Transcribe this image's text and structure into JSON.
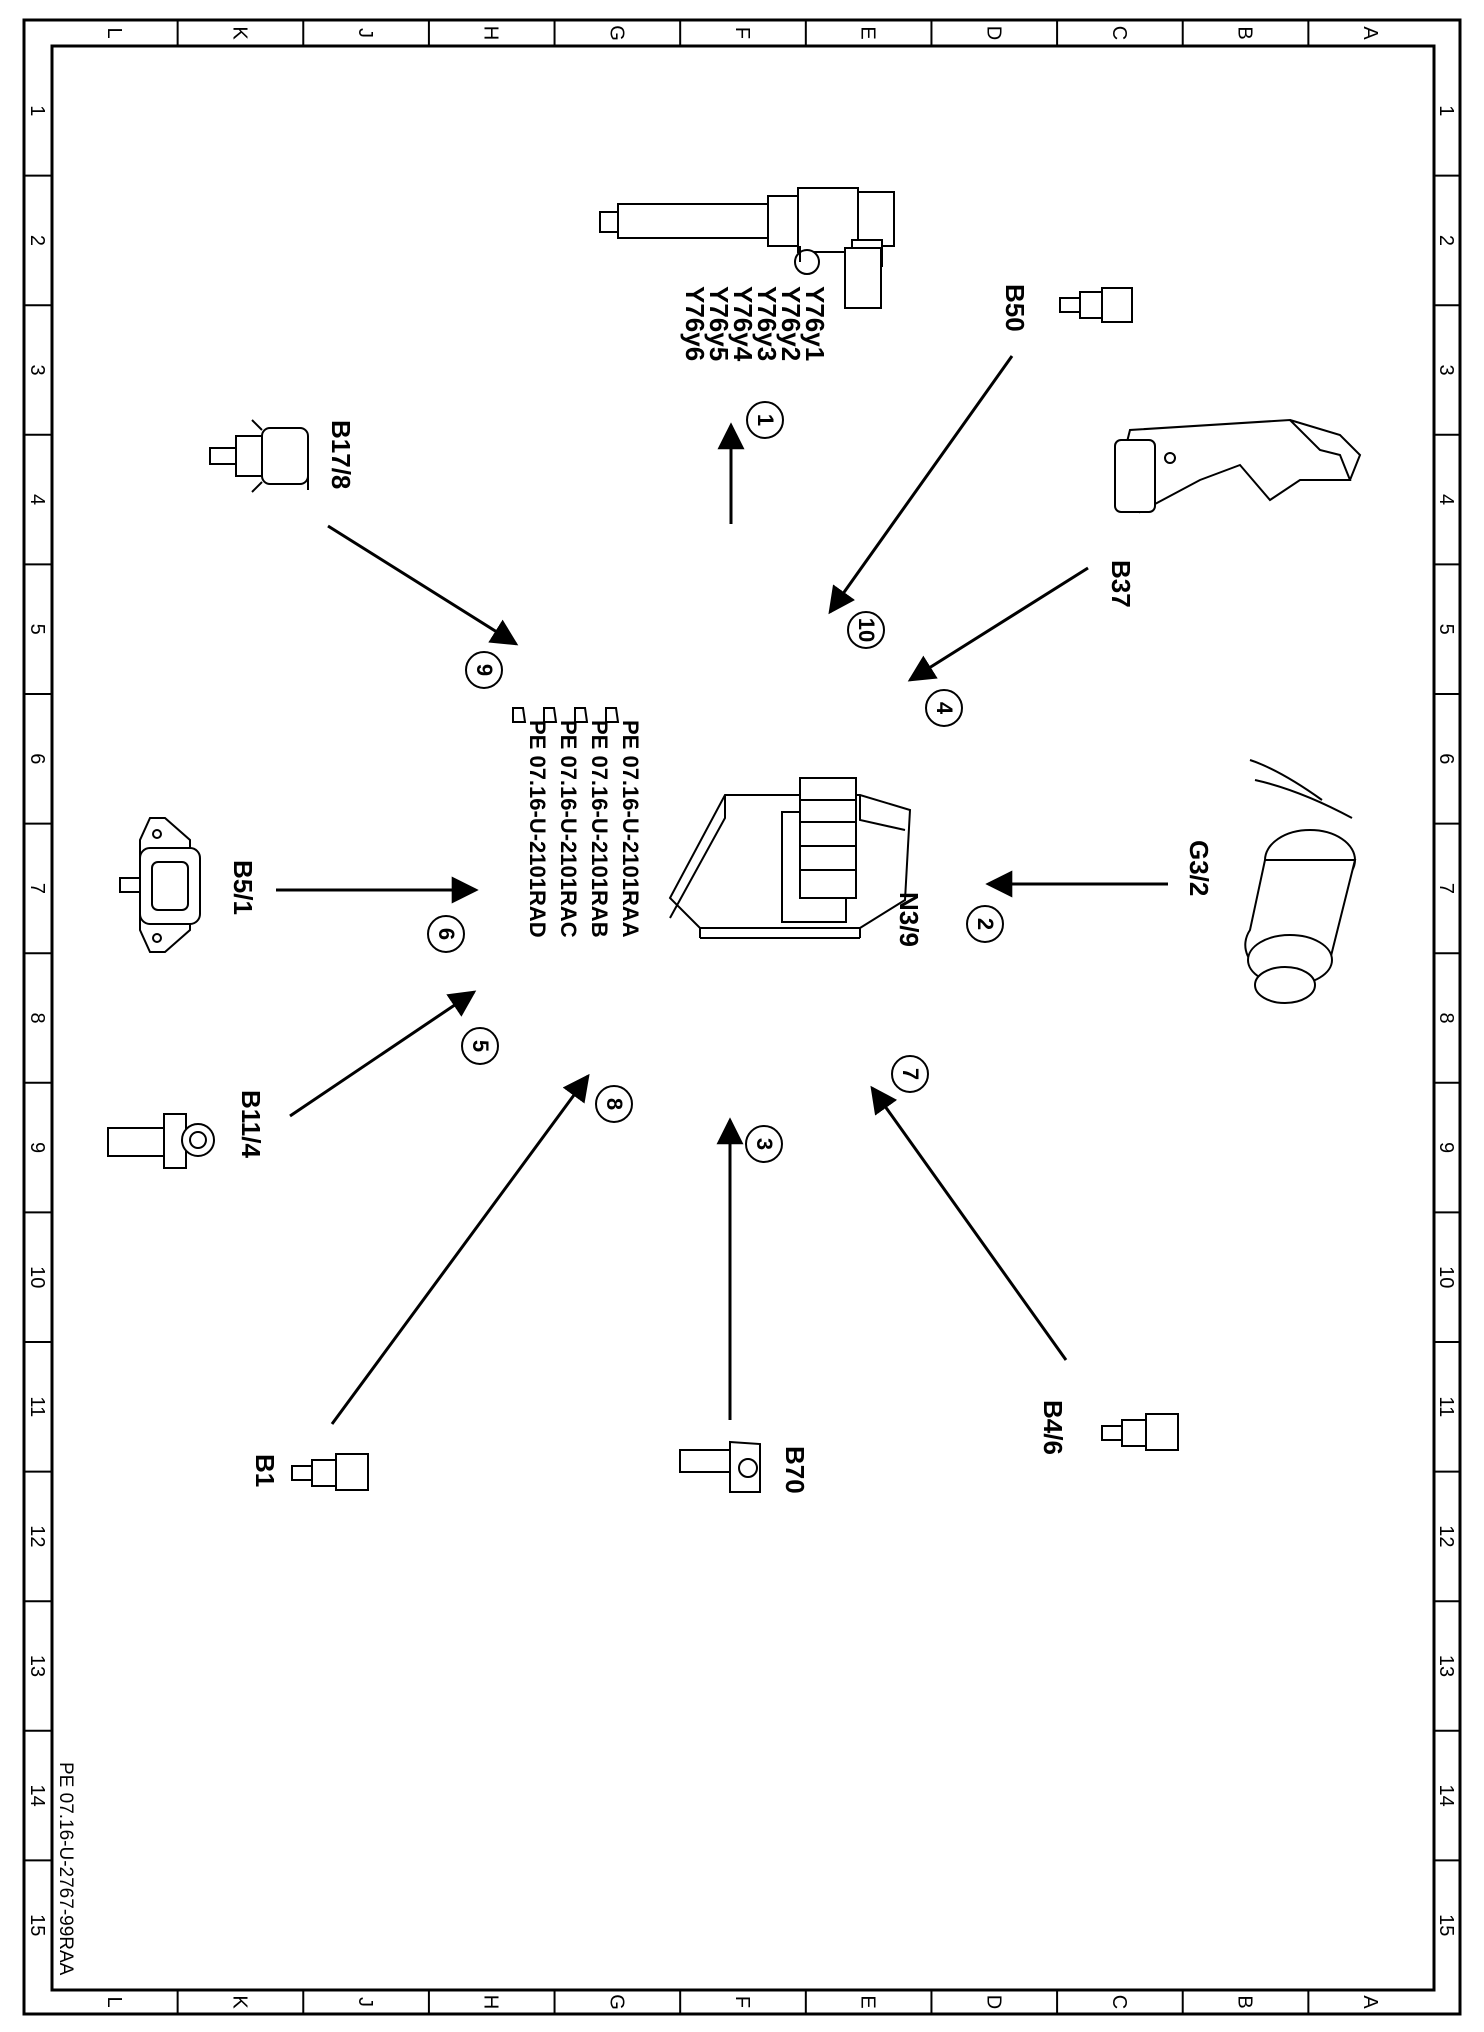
{
  "frame": {
    "column_letters": [
      "L",
      "K",
      "J",
      "H",
      "G",
      "F",
      "E",
      "D",
      "C",
      "B",
      "A"
    ],
    "row_numbers": [
      "1",
      "2",
      "3",
      "4",
      "5",
      "6",
      "7",
      "8",
      "9",
      "10",
      "11",
      "12",
      "13",
      "14",
      "15"
    ]
  },
  "document_id": "PE 07.16-U-2767-99RAA",
  "control_unit": {
    "label": "N3/9",
    "refs": [
      "PE 07.16-U-2101RAA",
      "PE 07.16-U-2101RAB",
      "PE 07.16-U-2101RAC",
      "PE 07.16-U-2101RAD"
    ]
  },
  "components": {
    "injectors": [
      "Y76y1",
      "Y76y2",
      "Y76y3",
      "Y76y4",
      "Y76y5",
      "Y76y6"
    ],
    "b50": "B50",
    "b37": "B37",
    "g3_2": "G3/2",
    "b4_6": "B4/6",
    "b70": "B70",
    "b1": "B1",
    "b11_4": "B11/4",
    "b5_1": "B5/1",
    "b17_8": "B17/8"
  },
  "callouts": [
    "1",
    "2",
    "3",
    "4",
    "5",
    "6",
    "7",
    "8",
    "9",
    "10"
  ]
}
